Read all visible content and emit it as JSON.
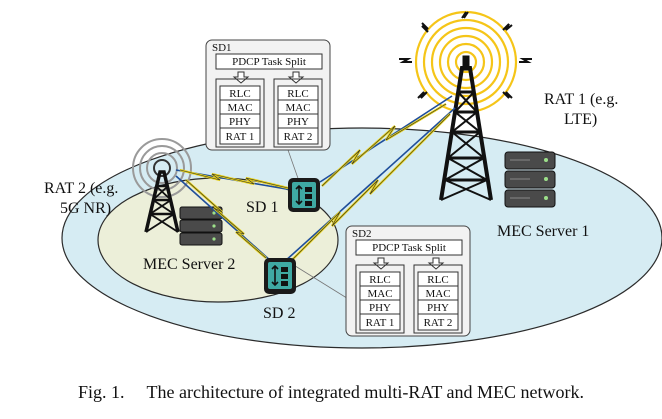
{
  "caption": {
    "label": "Fig. 1.",
    "text": "The architecture of integrated multi-RAT and MEC network."
  },
  "rat1": {
    "line1": "RAT 1 (e.g.",
    "line2": "LTE)"
  },
  "rat2": {
    "line1": "RAT 2 (e.g.",
    "line2": "5G NR)"
  },
  "mec1": {
    "label": "MEC Server 1"
  },
  "mec2": {
    "label": "MEC Server 2"
  },
  "sd1": {
    "device_label": "SD 1",
    "box_title": "SD1",
    "split_label": "PDCP Task Split",
    "stacks": [
      {
        "layers": [
          "RLC",
          "MAC",
          "PHY",
          "RAT 1"
        ]
      },
      {
        "layers": [
          "RLC",
          "MAC",
          "PHY",
          "RAT 2"
        ]
      }
    ]
  },
  "sd2": {
    "device_label": "SD 2",
    "box_title": "SD2",
    "split_label": "PDCP Task Split",
    "stacks": [
      {
        "layers": [
          "RLC",
          "MAC",
          "PHY",
          "RAT 1"
        ]
      },
      {
        "layers": [
          "RLC",
          "MAC",
          "PHY",
          "RAT 2"
        ]
      }
    ]
  },
  "colors": {
    "ellipse_fill": "#d6ecf3",
    "inner_ellipse_fill": "#ecefd9",
    "box_fill": "#f2f2f2",
    "device_screen": "#3fa9a3",
    "signal_ring": "#f5c518",
    "link_blue": "#1f4e9a",
    "link_yellow": "#e8d21a"
  }
}
